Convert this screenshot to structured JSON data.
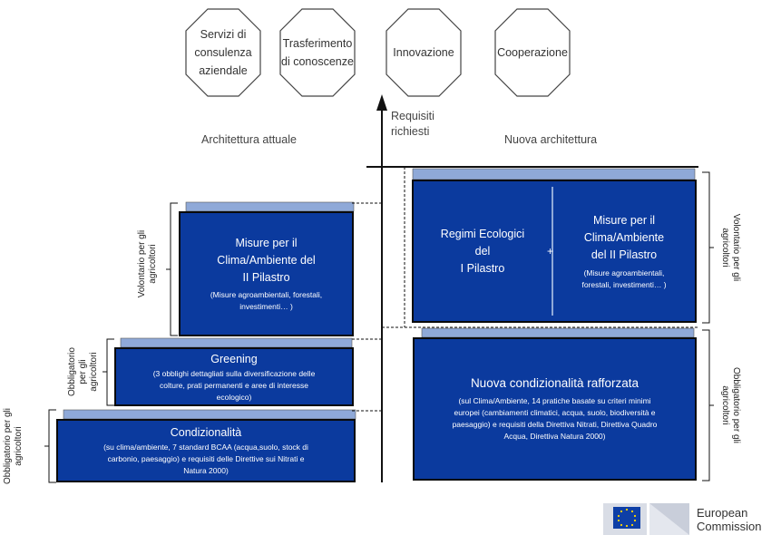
{
  "top_elements": [
    {
      "label": "Servizi di\nconsulenza\naziendale"
    },
    {
      "label": "Trasferimento\ndi conoscenze"
    },
    {
      "label": "Innovazione"
    },
    {
      "label": "Cooperazione"
    }
  ],
  "axis_label": "Requisiti\nrichiesti",
  "left_header": "Architettura attuale",
  "right_header": "Nuova architettura",
  "left": {
    "pillar2": {
      "title": "Misure per il\nClima/Ambiente del\nII  Pilastro",
      "subtitle": "(Misure agroambientali, forestali,\ninvestimenti… )"
    },
    "greening": {
      "title": "Greening",
      "subtitle": "(3 obblighi dettagliati sulla diversificazione delle\ncolture, prati permanenti e aree di interesse\necologico)"
    },
    "conditionality": {
      "title": "Condizionalità",
      "subtitle": "(su clima/ambiente, 7 standard BCAA (acqua,suolo, stock di\ncarbonio, paesaggio) e requisiti delle Direttive sui Nitrati e\nNatura 2000)"
    },
    "label_voluntary": "Volontario per gli\nagricoltori",
    "label_greening": "Obbligatorio\nper gli\nagricoltori",
    "label_conditionality": "Obbligatorio per gli\nagricoltori"
  },
  "right": {
    "eco_schemes": "Regimi Ecologici\ndel\nI Pilastro",
    "plus": "+",
    "pillar2": {
      "title": "Misure per il\nClima/Ambiente\ndel II Pilastro",
      "subtitle": "(Misure agroambientali,\nforestali, investimenti… )"
    },
    "new_conditionality": {
      "title": "Nuova condizionalità rafforzata",
      "subtitle": "(sul Clima/Ambiente, 14 pratiche basate su criteri minimi\neuropei (cambiamenti climatici, acqua, suolo, biodiversità e\npaesaggio) e requisiti della Direttiva Nitrati, Direttiva Quadro\nAcqua, Direttiva Natura 2000)"
    },
    "label_voluntary": "Volontario per gli\nagricoltori",
    "label_mandatory": "Obbligatorio per gli\nagricoltori"
  },
  "logo": {
    "line1": "European",
    "line2": "Commission"
  },
  "colors": {
    "box_blue": "#0b3a9e",
    "strip_blue": "#8fa9d8",
    "border": "#0a0a0a"
  }
}
